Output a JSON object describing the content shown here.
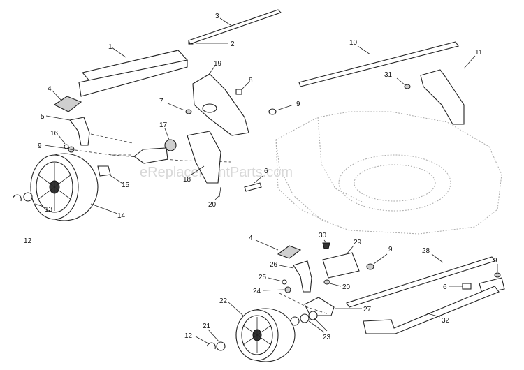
{
  "watermark": "eReplacementParts.com",
  "callouts": {
    "c1": "1",
    "c2": "2",
    "c3": "3",
    "c4a": "4",
    "c4b": "4",
    "c5": "5",
    "c6a": "6",
    "c6b": "6",
    "c7": "7",
    "c8": "8",
    "c9a": "9",
    "c9b": "9",
    "c9c": "9",
    "c9d": "9",
    "c10": "10",
    "c11": "11",
    "c12a": "12",
    "c12b": "12",
    "c13": "13",
    "c14": "14",
    "c15": "15",
    "c16": "16",
    "c17": "17",
    "c18": "18",
    "c19": "19",
    "c20a": "20",
    "c20b": "20",
    "c21": "21",
    "c22": "22",
    "c23": "23",
    "c24": "24",
    "c25": "25",
    "c26": "26",
    "c27": "27",
    "c28": "28",
    "c29": "29",
    "c30": "30",
    "c31": "31",
    "c32": "32"
  }
}
